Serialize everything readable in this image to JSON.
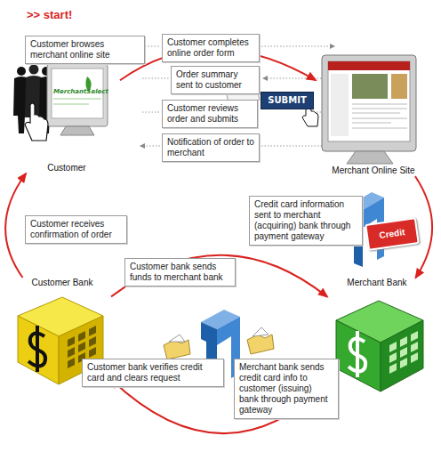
{
  "diagram": {
    "nodes": [
      {
        "text": [
          "Customer browses merchant online site"
        ]
      },
      {
        "text": [
          "Customer completes online order form"
        ]
      },
      {
        "text": [
          "Order summary sent to customer"
        ]
      },
      {
        "text": [
          "Customer reviews order and submits"
        ]
      },
      {
        "text": [
          "SUBMIT"
        ]
      },
      {
        "text": [
          "Notification of order to merchant"
        ]
      },
      {
        "text": [
          "Customer"
        ]
      },
      {
        "text": [
          "Merchant Online Site"
        ]
      },
      {
        "text": [
          "Credit card information sent to merchant (acquiring) bank through payment gateway"
        ]
      },
      {
        "text": [
          "Credit Card"
        ]
      },
      {
        "text": [
          "Customer receives confirmation of order"
        ]
      },
      {
        "text": [
          "Customer bank sends funds to merchant bank"
        ]
      },
      {
        "text": [
          "Customer Bank"
        ]
      },
      {
        "text": [
          "Merchant Bank"
        ]
      },
      {
        "text": [
          "Customer bank verifies credit card and clears request"
        ]
      },
      {
        "text": [
          "Merchant bank sends credit card info to customer (issuing) bank through payment gateway"
        ]
      }
    ],
    "edges": [
      {
        "from": 6,
        "to": 7,
        "arrow": "to"
      },
      {
        "from": 7,
        "to": 13,
        "arrow": "to"
      },
      {
        "from": 13,
        "to": 12,
        "arrow": "to"
      },
      {
        "from": 12,
        "to": 6,
        "arrow": "to"
      },
      {
        "from": 12,
        "to": 13,
        "arrow": "to"
      }
    ],
    "labels": [
      ">> start!",
      "MerchantSelect"
    ]
  }
}
